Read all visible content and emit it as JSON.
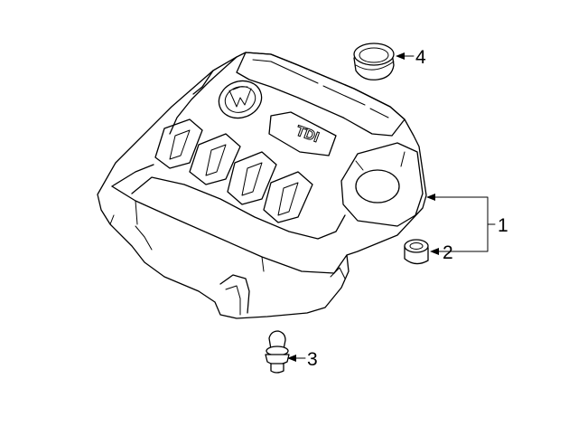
{
  "callouts": [
    {
      "id": "1",
      "label": "1"
    },
    {
      "id": "2",
      "label": "2"
    },
    {
      "id": "3",
      "label": "3"
    },
    {
      "id": "4",
      "label": "4"
    }
  ],
  "cover_badge": {
    "text": "TDI"
  }
}
